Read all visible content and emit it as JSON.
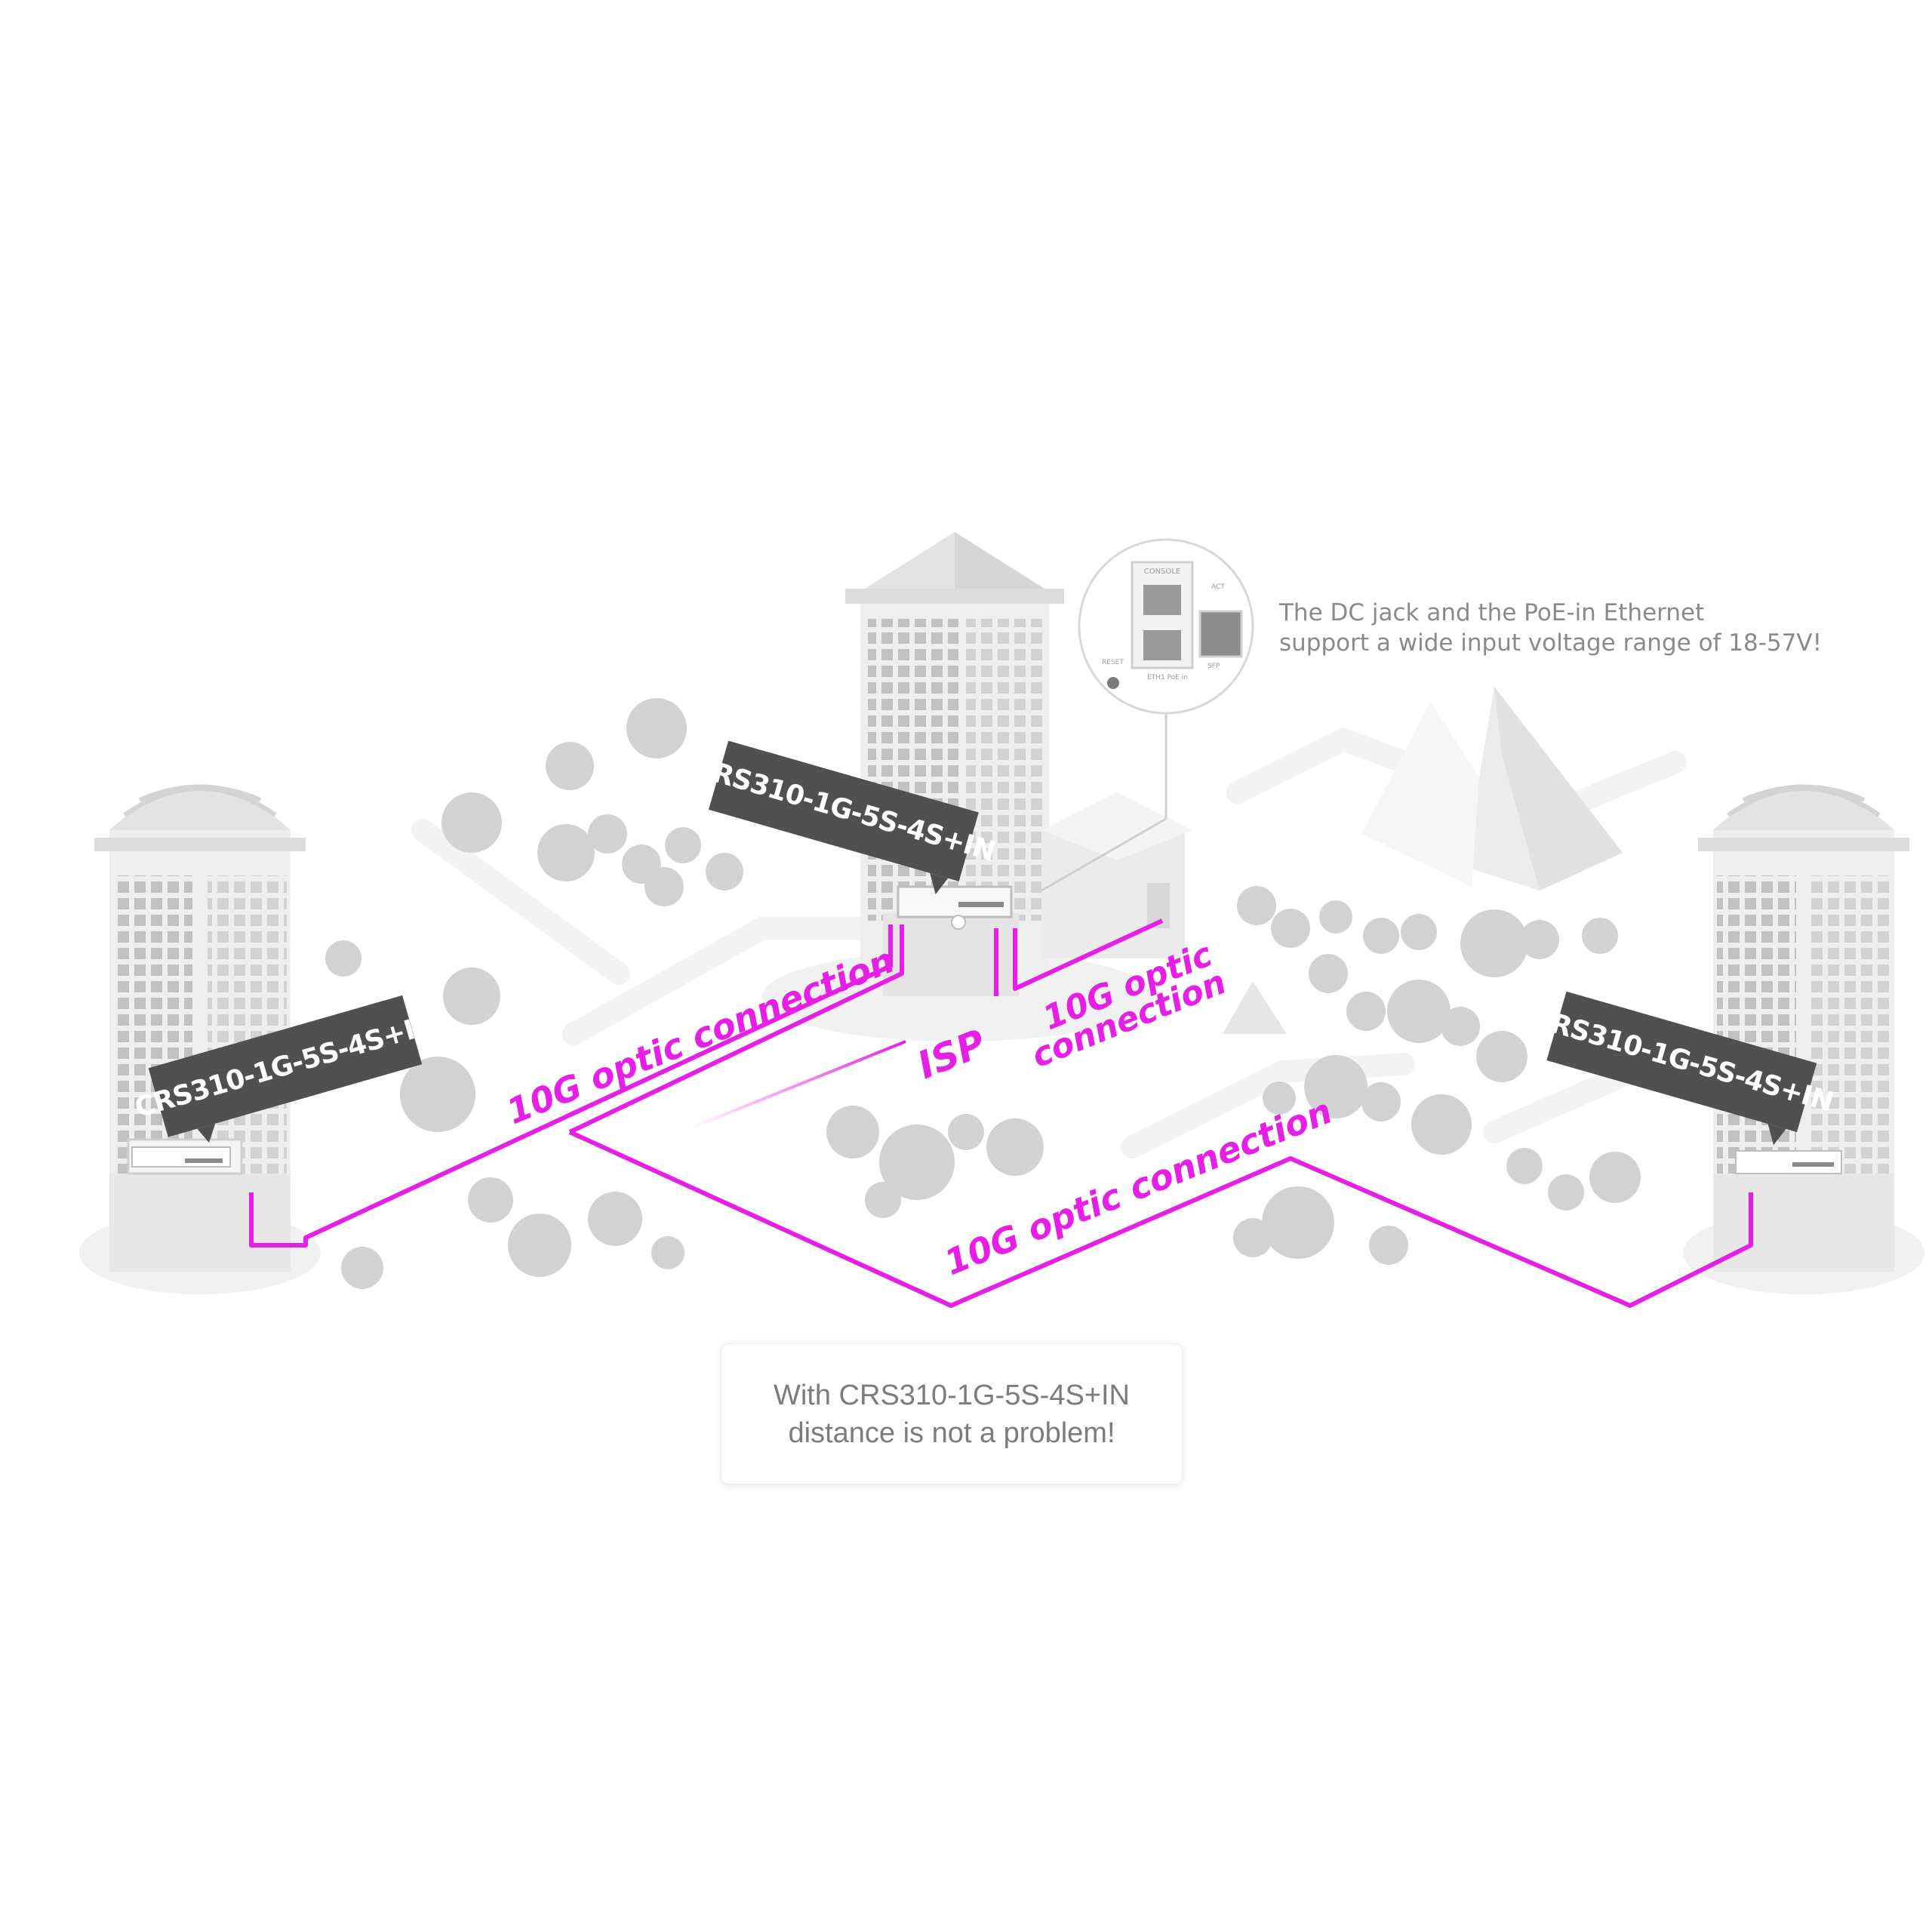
{
  "devices": {
    "left": "CRS310-1G-5S-4S+IN",
    "center": "CRS310-1G-5S-4S+IN",
    "right": "CRS310-1G-5S-4S+IN"
  },
  "links": {
    "left": "10G optic connection",
    "isp": "ISP",
    "isp_side_line1": "10G optic",
    "isp_side_line2": "connection",
    "bottom": "10G optic connection"
  },
  "callout": {
    "line1": "The DC jack and the PoE-in Ethernet",
    "line2": "support a wide input voltage range of 18-57V!"
  },
  "port_labels": {
    "console": "CONSOLE",
    "act": "ACT",
    "reset": "RESET",
    "eth": "ETH1 PoE in",
    "sfp": "SFP"
  },
  "caption": {
    "line1": "With CRS310-1G-5S-4S+IN",
    "line2": "distance is not a problem!"
  },
  "colors": {
    "link": "#e61ee6",
    "tag_bg": "#505050",
    "building": "#e6e6e6",
    "tree": "#cfcfcf"
  }
}
